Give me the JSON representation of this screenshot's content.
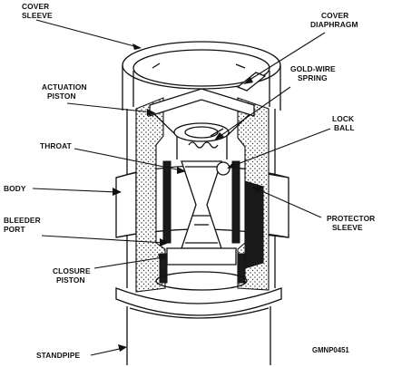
{
  "diagram": {
    "labels": {
      "cover_sleeve_1": "COVER",
      "cover_sleeve_2": "SLEEVE",
      "cover_diaphragm_1": "COVER",
      "cover_diaphragm_2": "DIAPHRAGM",
      "actuation_piston_1": "ACTUATION",
      "actuation_piston_2": "PISTON",
      "gold_wire_spring_1": "GOLD-WIRE",
      "gold_wire_spring_2": "SPRING",
      "throat": "THROAT",
      "lock_ball_1": "LOCK",
      "lock_ball_2": "BALL",
      "body": "BODY",
      "bleeder_port_1": "BLEEDER",
      "bleeder_port_2": "PORT",
      "protector_sleeve_1": "PROTECTOR",
      "protector_sleeve_2": "SLEEVE",
      "closure_piston_1": "CLOSURE",
      "closure_piston_2": "PISTON",
      "standpipe": "STANDPIPE"
    },
    "figure_code": "GMNP0451",
    "colors": {
      "ink": "#111111",
      "paper": "#ffffff",
      "fill_dark": "#1a1a1a"
    }
  }
}
